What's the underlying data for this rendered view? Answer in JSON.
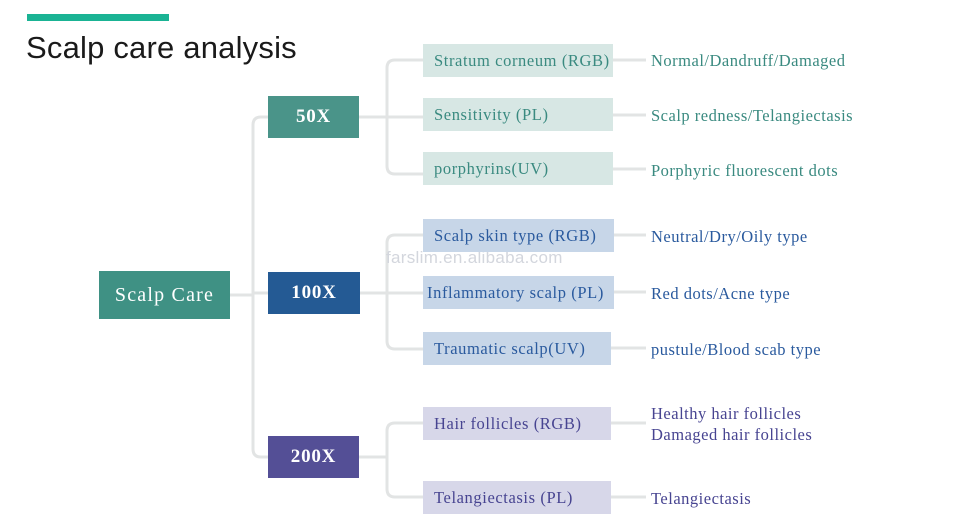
{
  "slide": {
    "title": "Scalp care analysis",
    "accent_color": "#1ab394",
    "background": "#ffffff",
    "watermark": "farslim.en.alibaba.com"
  },
  "root": {
    "label": "Scalp Care",
    "fill": "#3f9184",
    "text_color": "#ffffff"
  },
  "palette": {
    "teal_box": "#4a9489",
    "teal_chip": "#d7e7e4",
    "teal_text": "#3a8a80",
    "blue_box": "#245a94",
    "blue_chip": "#c7d6e8",
    "blue_text": "#2a5a9e",
    "purple_box": "#544f96",
    "purple_chip": "#d7d7e9",
    "purple_text": "#474491",
    "connector": "#e2e4e4"
  },
  "branches": [
    {
      "level_label": "50X",
      "theme": "teal",
      "items": [
        {
          "chip": "Stratum corneum (RGB)",
          "desc": "Normal/Dandruff/Damaged"
        },
        {
          "chip": "Sensitivity (PL)",
          "desc": "Scalp redness/Telangiectasis"
        },
        {
          "chip": " porphyrins(UV)",
          "desc": "Porphyric fluorescent dots"
        }
      ]
    },
    {
      "level_label": "100X",
      "theme": "blue",
      "items": [
        {
          "chip": "Scalp skin type (RGB)",
          "desc": "Neutral/Dry/Oily type"
        },
        {
          "chip": "Inflammatory scalp (PL)",
          "desc": "Red dots/Acne type"
        },
        {
          "chip": "Traumatic scalp(UV)",
          "desc": "pustule/Blood scab type"
        }
      ]
    },
    {
      "level_label": "200X",
      "theme": "purple",
      "items": [
        {
          "chip": " Hair follicles (RGB)",
          "desc": "Healthy hair follicles\nDamaged hair follicles"
        },
        {
          "chip": " Telangiectasis (PL)",
          "desc": "Telangiectasis"
        }
      ]
    }
  ]
}
